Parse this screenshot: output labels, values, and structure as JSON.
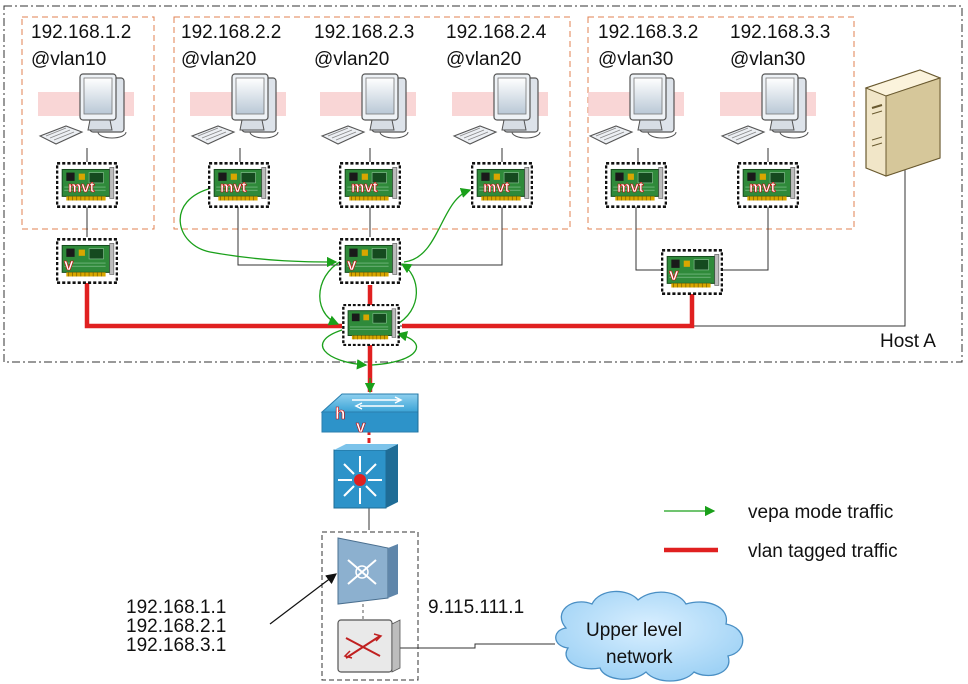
{
  "host": {
    "label": "Host A"
  },
  "vms": [
    {
      "ip": "192.168.1.2",
      "vlan": "@vlan10",
      "nic": "mvt"
    },
    {
      "ip": "192.168.2.2",
      "vlan": "@vlan20",
      "nic": "mvt"
    },
    {
      "ip": "192.168.2.3",
      "vlan": "@vlan20",
      "nic": "mvt"
    },
    {
      "ip": "192.168.2.4",
      "vlan": "@vlan20",
      "nic": "mvt"
    },
    {
      "ip": "192.168.3.2",
      "vlan": "@vlan30",
      "nic": "mvt"
    },
    {
      "ip": "192.168.3.3",
      "vlan": "@vlan30",
      "nic": "mvt"
    }
  ],
  "vlan_nics": [
    {
      "label": "v"
    },
    {
      "label": "v"
    },
    {
      "label": "v"
    }
  ],
  "switch": {
    "h": "h",
    "v": "v"
  },
  "gateway": {
    "ips": [
      "192.168.1.1",
      "192.168.2.1",
      "192.168.3.1"
    ],
    "external_ip": "9.115.111.1"
  },
  "cloud": {
    "line1": "Upper level",
    "line2": "network"
  },
  "legend": {
    "vepa": "vepa mode traffic",
    "vlan": "vlan tagged traffic"
  },
  "colors": {
    "vepa": "#1aa01a",
    "vlan_tagged": "#e02020",
    "group_border": "#e08050",
    "switch": "#3ba3d6"
  }
}
